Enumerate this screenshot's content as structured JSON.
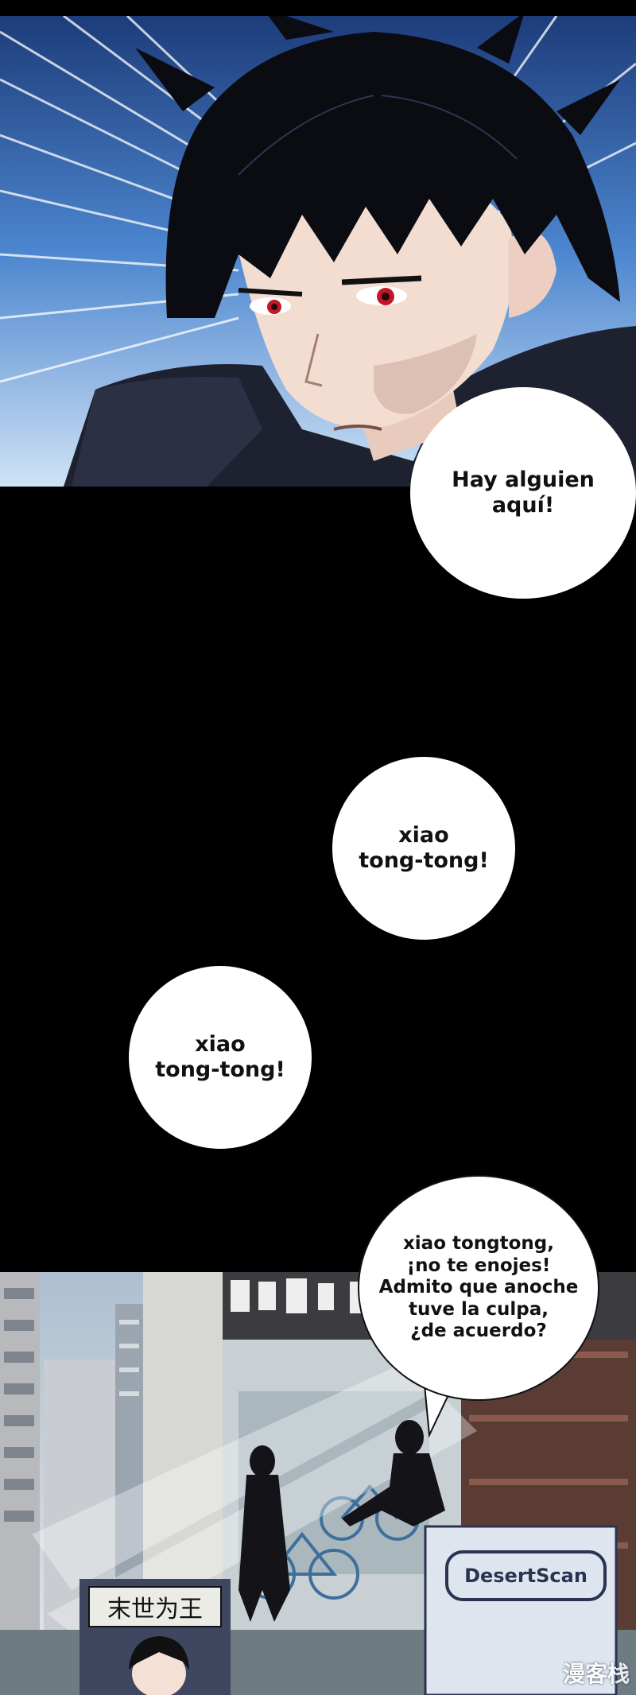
{
  "bubbles": {
    "b1": "Hay alguien\naquí!",
    "b2": "xiao\ntong-tong!",
    "b3": "xiao\ntong-tong!",
    "b4": "xiao tongtong,\n¡no te enojes!\nAdmito que anoche\ntuve la culpa,\n¿de acuerdo?"
  },
  "signs": {
    "shop_sign": "末世为王",
    "scan_credit": "DesertScan",
    "watermark": "漫客栈"
  },
  "colors": {
    "sky": "#3a6fb8",
    "hair": "#0b0b12",
    "eye": "#c0182a",
    "skin": "#f3dcd0",
    "jacket": "#1e2230",
    "street": "#8fa0a8"
  }
}
